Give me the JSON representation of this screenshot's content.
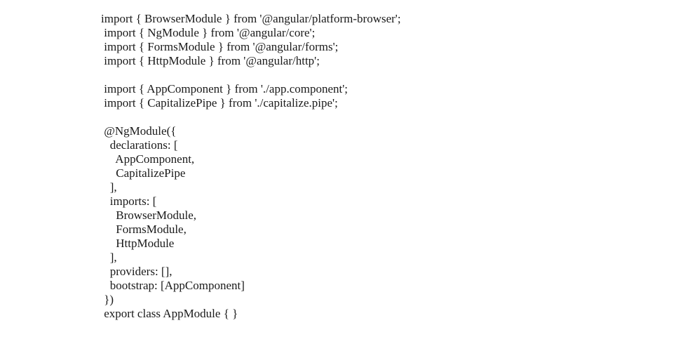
{
  "page": {
    "background_color": "#ffffff",
    "text_color": "#1a1a1a"
  },
  "code": {
    "lines": [
      "import { BrowserModule } from '@angular/platform-browser';",
      " import { NgModule } from '@angular/core';",
      " import { FormsModule } from '@angular/forms';",
      " import { HttpModule } from '@angular/http';",
      "",
      " import { AppComponent } from './app.component';",
      " import { CapitalizePipe } from './capitalize.pipe';",
      "",
      " @NgModule({",
      "   declarations: [",
      "     AppComponent,",
      "     CapitalizePipe",
      "   ],",
      "   imports: [",
      "     BrowserModule,",
      "     FormsModule,",
      "     HttpModule",
      "   ],",
      "   providers: [],",
      "   bootstrap: [AppComponent]",
      " })",
      " export class AppModule { }"
    ]
  }
}
